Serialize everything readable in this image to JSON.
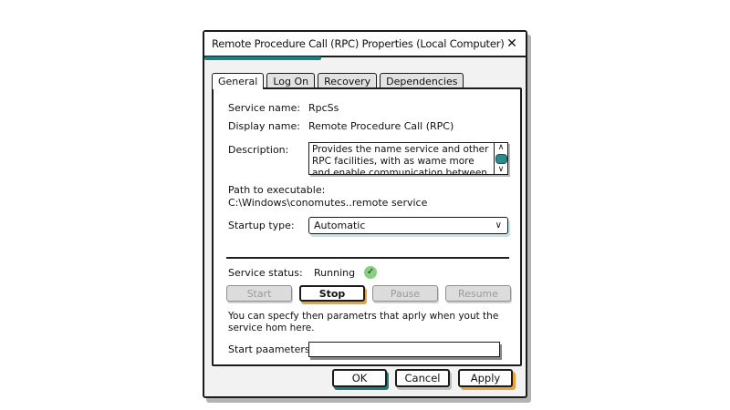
{
  "window": {
    "title": "Remote Procedure Call (RPC) Properties (Local Computer)",
    "close_icon": "✕"
  },
  "tabs": [
    {
      "label": "General",
      "active": true
    },
    {
      "label": "Log On",
      "active": false
    },
    {
      "label": "Recovery",
      "active": false
    },
    {
      "label": "Dependencies",
      "active": false
    }
  ],
  "general": {
    "service_name_label": "Service name:",
    "service_name_value": "RpcSs",
    "display_name_label": "Display name:",
    "display_name_value": "Remote Procedure Call (RPC)",
    "description_label": "Description:",
    "description_value": "Provides the name service and other\nRPC facilities, with as wame more\nand enable communication between",
    "scroll_up_icon": "∧",
    "scroll_down_icon": "∨",
    "path_label": "Path to executable:",
    "path_value": "C:\\Windows\\conomutes..remote service",
    "startup_label": "Startup type:",
    "startup_value": "Automatic",
    "startup_chevron_icon": "∨",
    "status_label": "Service status:",
    "status_value": "Running",
    "status_check_icon": "✓",
    "buttons": [
      {
        "label": "Start",
        "enabled": false
      },
      {
        "label": "Stop",
        "enabled": true
      },
      {
        "label": "Pause",
        "enabled": false
      },
      {
        "label": "Resume",
        "enabled": false
      }
    ],
    "help_text": "You can specfy then parametrs that aprly when yout the service hom here.",
    "params_label": "Start paameters:",
    "params_value": "",
    "params_placeholder": ""
  },
  "footer": {
    "ok_label": "OK",
    "cancel_label": "Cancel",
    "apply_label": "Apply"
  },
  "colors": {
    "accent_teal": "#1d7f80",
    "accent_orange": "#e8a33d",
    "status_green": "#86d07f",
    "dialog_bg": "#f2f2f2"
  }
}
